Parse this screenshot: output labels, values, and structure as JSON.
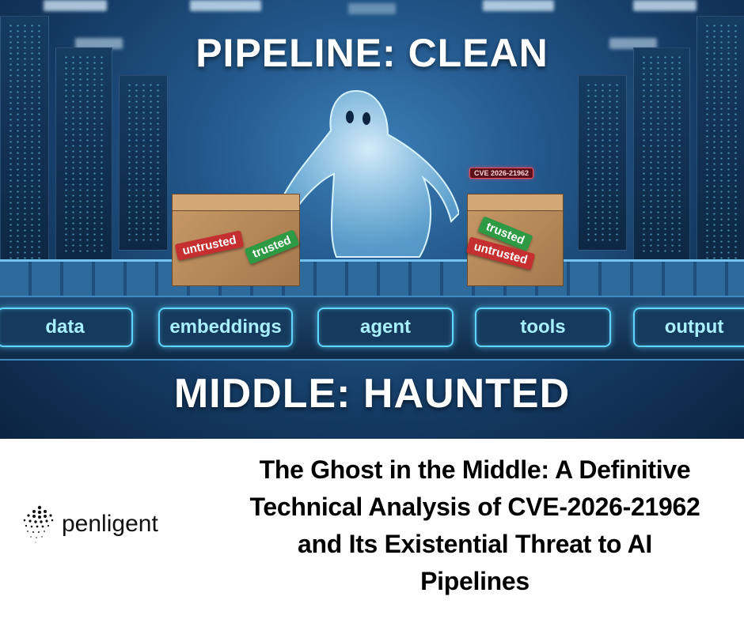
{
  "hero": {
    "headline_top": "PIPELINE: CLEAN",
    "headline_bottom": "MIDDLE: HAUNTED",
    "cve_label": "CVE 2026-21962",
    "left_box_tags": [
      "untrusted",
      "trusted"
    ],
    "right_box_tags": [
      "trusted",
      "untrusted"
    ],
    "pipeline_stages": [
      {
        "label": "data"
      },
      {
        "label": "embeddings"
      },
      {
        "label": "agent"
      },
      {
        "label": "tools"
      },
      {
        "label": "output"
      }
    ],
    "colors": {
      "background": "#1f4f7c",
      "stage_border": "#5fd6ff",
      "stage_text": "#a8f0ff",
      "tag_red": "#c62f2f",
      "tag_green": "#2f9a44"
    }
  },
  "brand": {
    "logo_text": "penligent"
  },
  "article": {
    "title_lines": [
      "The Ghost in the Middle: A Definitive",
      "Technical Analysis of CVE-2026-21962",
      "and Its Existential Threat to AI",
      "Pipelines"
    ]
  }
}
